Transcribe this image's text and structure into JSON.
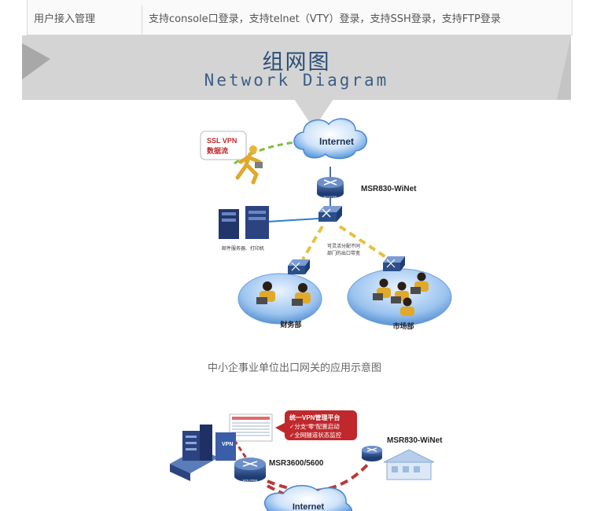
{
  "spec_row": {
    "key": "用户接入管理",
    "value": "支持console口登录，支持telnet（VTY）登录，支持SSH登录，支持FTP登录"
  },
  "banner": {
    "title": "组网图",
    "subtitle": "Network Diagram"
  },
  "diagram1": {
    "ssl_vpn": "SSL VPN",
    "ssl_flow": "数据流",
    "internet": "Internet",
    "router_name": "MSR830-WiNet",
    "router_tag": "ROUTER",
    "servers": "邮件服务器、打印机",
    "bandwidth_line1": "可灵活分配不同",
    "bandwidth_line2": "部门的出口带宽",
    "dept_finance": "财务部",
    "dept_market": "市场部"
  },
  "caption": "中小企事业单位出口网关的应用示意图",
  "diagram2": {
    "vpn_title": "统一VPN管理平台",
    "vpn_item1": "✓分支“零”配置启动",
    "vpn_item2": "✓全网隧道状态监控",
    "router_main": "MSR3600/5600",
    "router_branch": "MSR830-WiNet",
    "router_tag": "ROUTER",
    "vpn_tag": "VPN",
    "internet": "Internet"
  },
  "colors": {
    "banner_bg": "#d4d4d4",
    "title_blue": "#2b4f77",
    "router_blue": "#2c4f8a",
    "cloud_blue": "#5f9de0",
    "dept_blue": "#6da3de",
    "link_green": "#7fbf3f",
    "link_yellow": "#e8c040",
    "vpn_red": "#c0282c",
    "dash_red": "#b8393b"
  }
}
